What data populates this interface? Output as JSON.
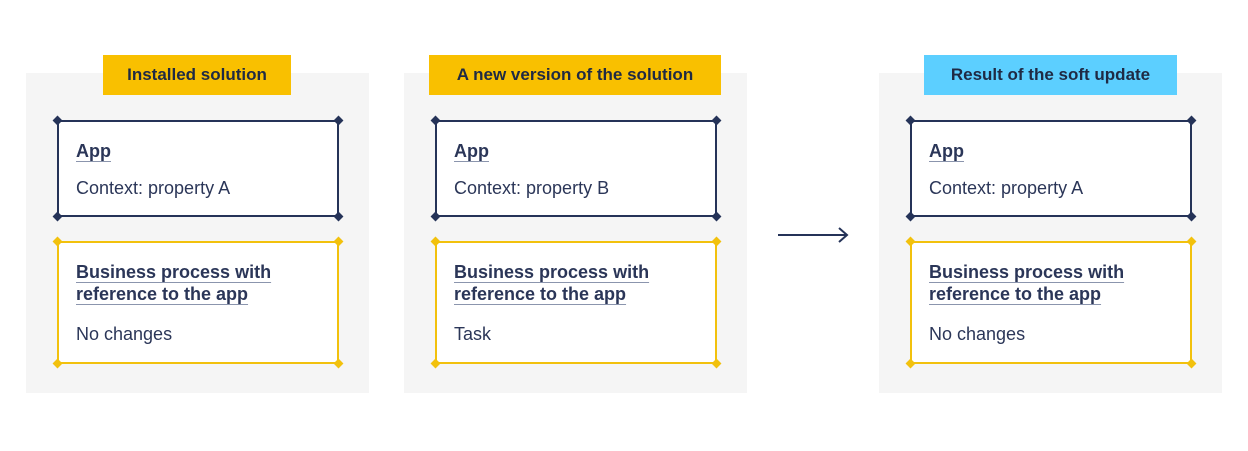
{
  "colors": {
    "panel_bg": "#f5f5f5",
    "app_border": "#253358",
    "bp_border": "#f2c10d",
    "title_yellow": "#f9c000",
    "title_blue": "#5ccfff",
    "text": "#2b3658"
  },
  "panels": [
    {
      "title": "Installed solution",
      "title_color": "#f9c000",
      "app": {
        "title": "App",
        "text": "Context: property A"
      },
      "bp": {
        "title_line1": "Business process with",
        "title_line2": "reference to the app",
        "text": "No changes"
      }
    },
    {
      "title": "A new version of the solution",
      "title_color": "#f9c000",
      "app": {
        "title": "App",
        "text": "Context: property B"
      },
      "bp": {
        "title_line1": "Business process with",
        "title_line2": "reference to the app",
        "text": "Task"
      }
    },
    {
      "title": "Result of the soft update",
      "title_color": "#5ccfff",
      "app": {
        "title": "App",
        "text": "Context: property A"
      },
      "bp": {
        "title_line1": "Business process with",
        "title_line2": "reference to the app",
        "text": "No changes"
      }
    }
  ],
  "arrow_icon": "right-arrow-icon"
}
